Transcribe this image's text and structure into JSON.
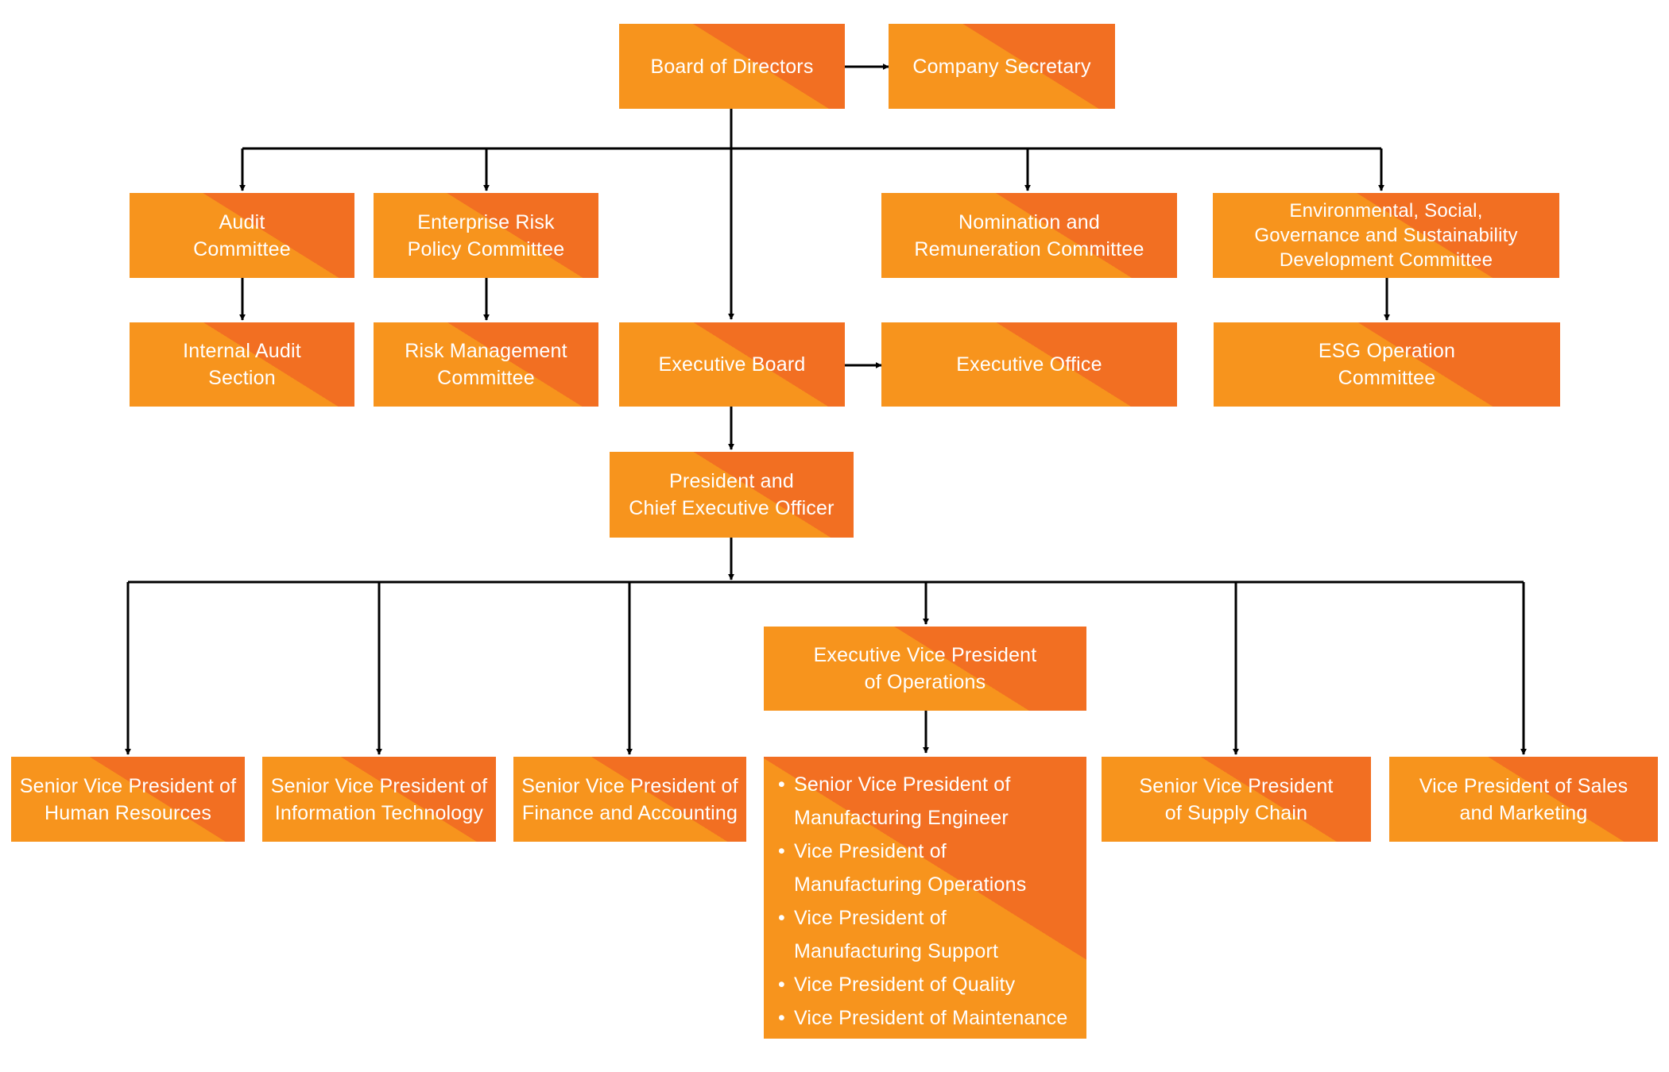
{
  "colors": {
    "box_primary": "#f7941d",
    "box_accent": "#f26f22",
    "text": "#ffffff",
    "connector": "#000000"
  },
  "nodes": {
    "board": "Board of Directors",
    "secretary": "Company Secretary",
    "audit": "Audit\nCommittee",
    "erpc": "Enterprise Risk\nPolicy Committee",
    "nomination": "Nomination and\nRemuneration Committee",
    "esg_committee": "Environmental, Social,\nGovernance and Sustainability\nDevelopment Committee",
    "internal_audit": "Internal Audit\nSection",
    "risk_mgmt": "Risk Management\nCommittee",
    "exec_board": "Executive Board",
    "exec_office": "Executive Office",
    "esg_operation": "ESG Operation\nCommittee",
    "ceo": "President and\nChief Executive Officer",
    "evp_ops": "Executive Vice President\nof Operations",
    "svp_hr": "Senior Vice President of\nHuman Resources",
    "svp_it": "Senior Vice President of\nInformation Technology",
    "svp_fin": "Senior Vice President of\nFinance and Accounting",
    "svp_supply": "Senior Vice President\nof Supply Chain",
    "vp_sales": "Vice President of Sales\nand Marketing"
  },
  "operations_list": [
    "Senior Vice President of Manufacturing Engineer",
    "Vice President of Manufacturing Operations",
    "Vice President of Manufacturing Support",
    "Vice President of Quality",
    "Vice President of Maintenance"
  ]
}
